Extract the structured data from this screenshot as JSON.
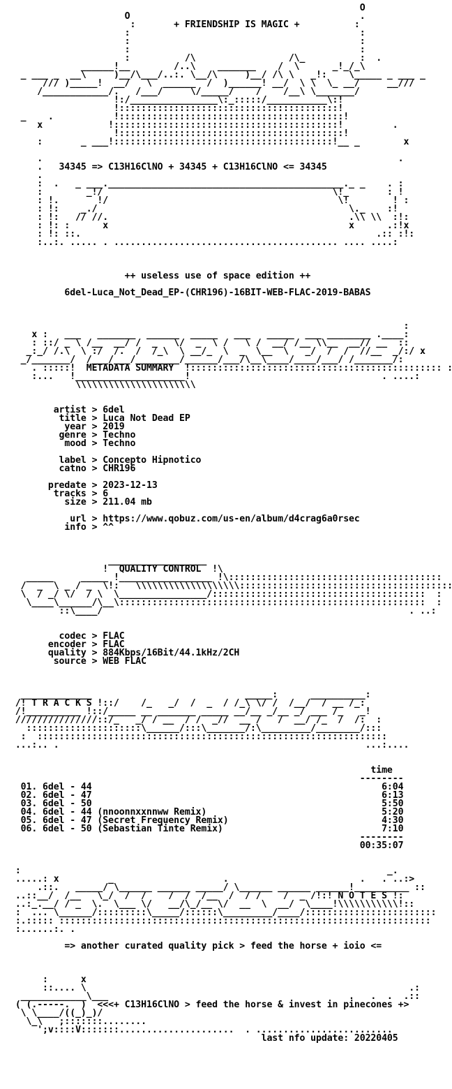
{
  "document": {
    "headline": "+ FRIENDSHIP IS MAGIC +",
    "formula_line": "34345 => C13H16ClNO + 34345 + C13H16ClNO <= 34345",
    "edition": "++ useless use of space edition ++",
    "release_name": "6del-Luca_Not_Dead_EP-(CHR196)-16BIT-WEB-FLAC-2019-BABAS",
    "section_metadata": "METADATA SUMMARY",
    "section_quality": "QUALITY CONTROL",
    "section_tracks": "T R A C K S",
    "section_notes": "N O T E S",
    "metadata": [
      {
        "key": "artist",
        "value": "6del"
      },
      {
        "key": "title",
        "value": "Luca Not Dead EP"
      },
      {
        "key": "year",
        "value": "2019"
      },
      {
        "key": "genre",
        "value": "Techno"
      },
      {
        "key": "mood",
        "value": "Techno"
      },
      {
        "key": "label",
        "value": "Concepto Hipnotico"
      },
      {
        "key": "catno",
        "value": "CHR196"
      },
      {
        "key": "predate",
        "value": "2023-12-13"
      },
      {
        "key": "tracks",
        "value": "6"
      },
      {
        "key": "size",
        "value": "211.04 mb"
      },
      {
        "key": "url",
        "value": "https://www.qobuz.com/us-en/album/d4crag6a0rsec"
      },
      {
        "key": "info",
        "value": "^^"
      }
    ],
    "quality": [
      {
        "key": "codec",
        "value": "FLAC"
      },
      {
        "key": "encoder",
        "value": "FLAC"
      },
      {
        "key": "quality",
        "value": "884Kbps/16Bit/44.1kHz/2CH"
      },
      {
        "key": "source",
        "value": "WEB FLAC"
      }
    ],
    "time_header": "time",
    "tracks": [
      {
        "no": "01.",
        "name": "6del - 44",
        "time": "6:04"
      },
      {
        "no": "02.",
        "name": "6del - 47",
        "time": "6:13"
      },
      {
        "no": "03.",
        "name": "6del - 50",
        "time": "5:50"
      },
      {
        "no": "04.",
        "name": "6del - 44 (nnoonnxxnnww Remix)",
        "time": "5:20"
      },
      {
        "no": "05.",
        "name": "6del - 47 (Secret Frequency Remix)",
        "time": "4:30"
      },
      {
        "no": "06.",
        "name": "6del - 50 (Sebastian Tinte Remix)",
        "time": "7:10"
      }
    ],
    "total_time": "00:35:07",
    "notes_line": "=> another curated quality pick > feed the horse + ioio <=",
    "footer_line": "<<+ C13H16ClNO > feed the horse & invest in pinecones +>",
    "last_update": "last nfo update: 20220405"
  }
}
